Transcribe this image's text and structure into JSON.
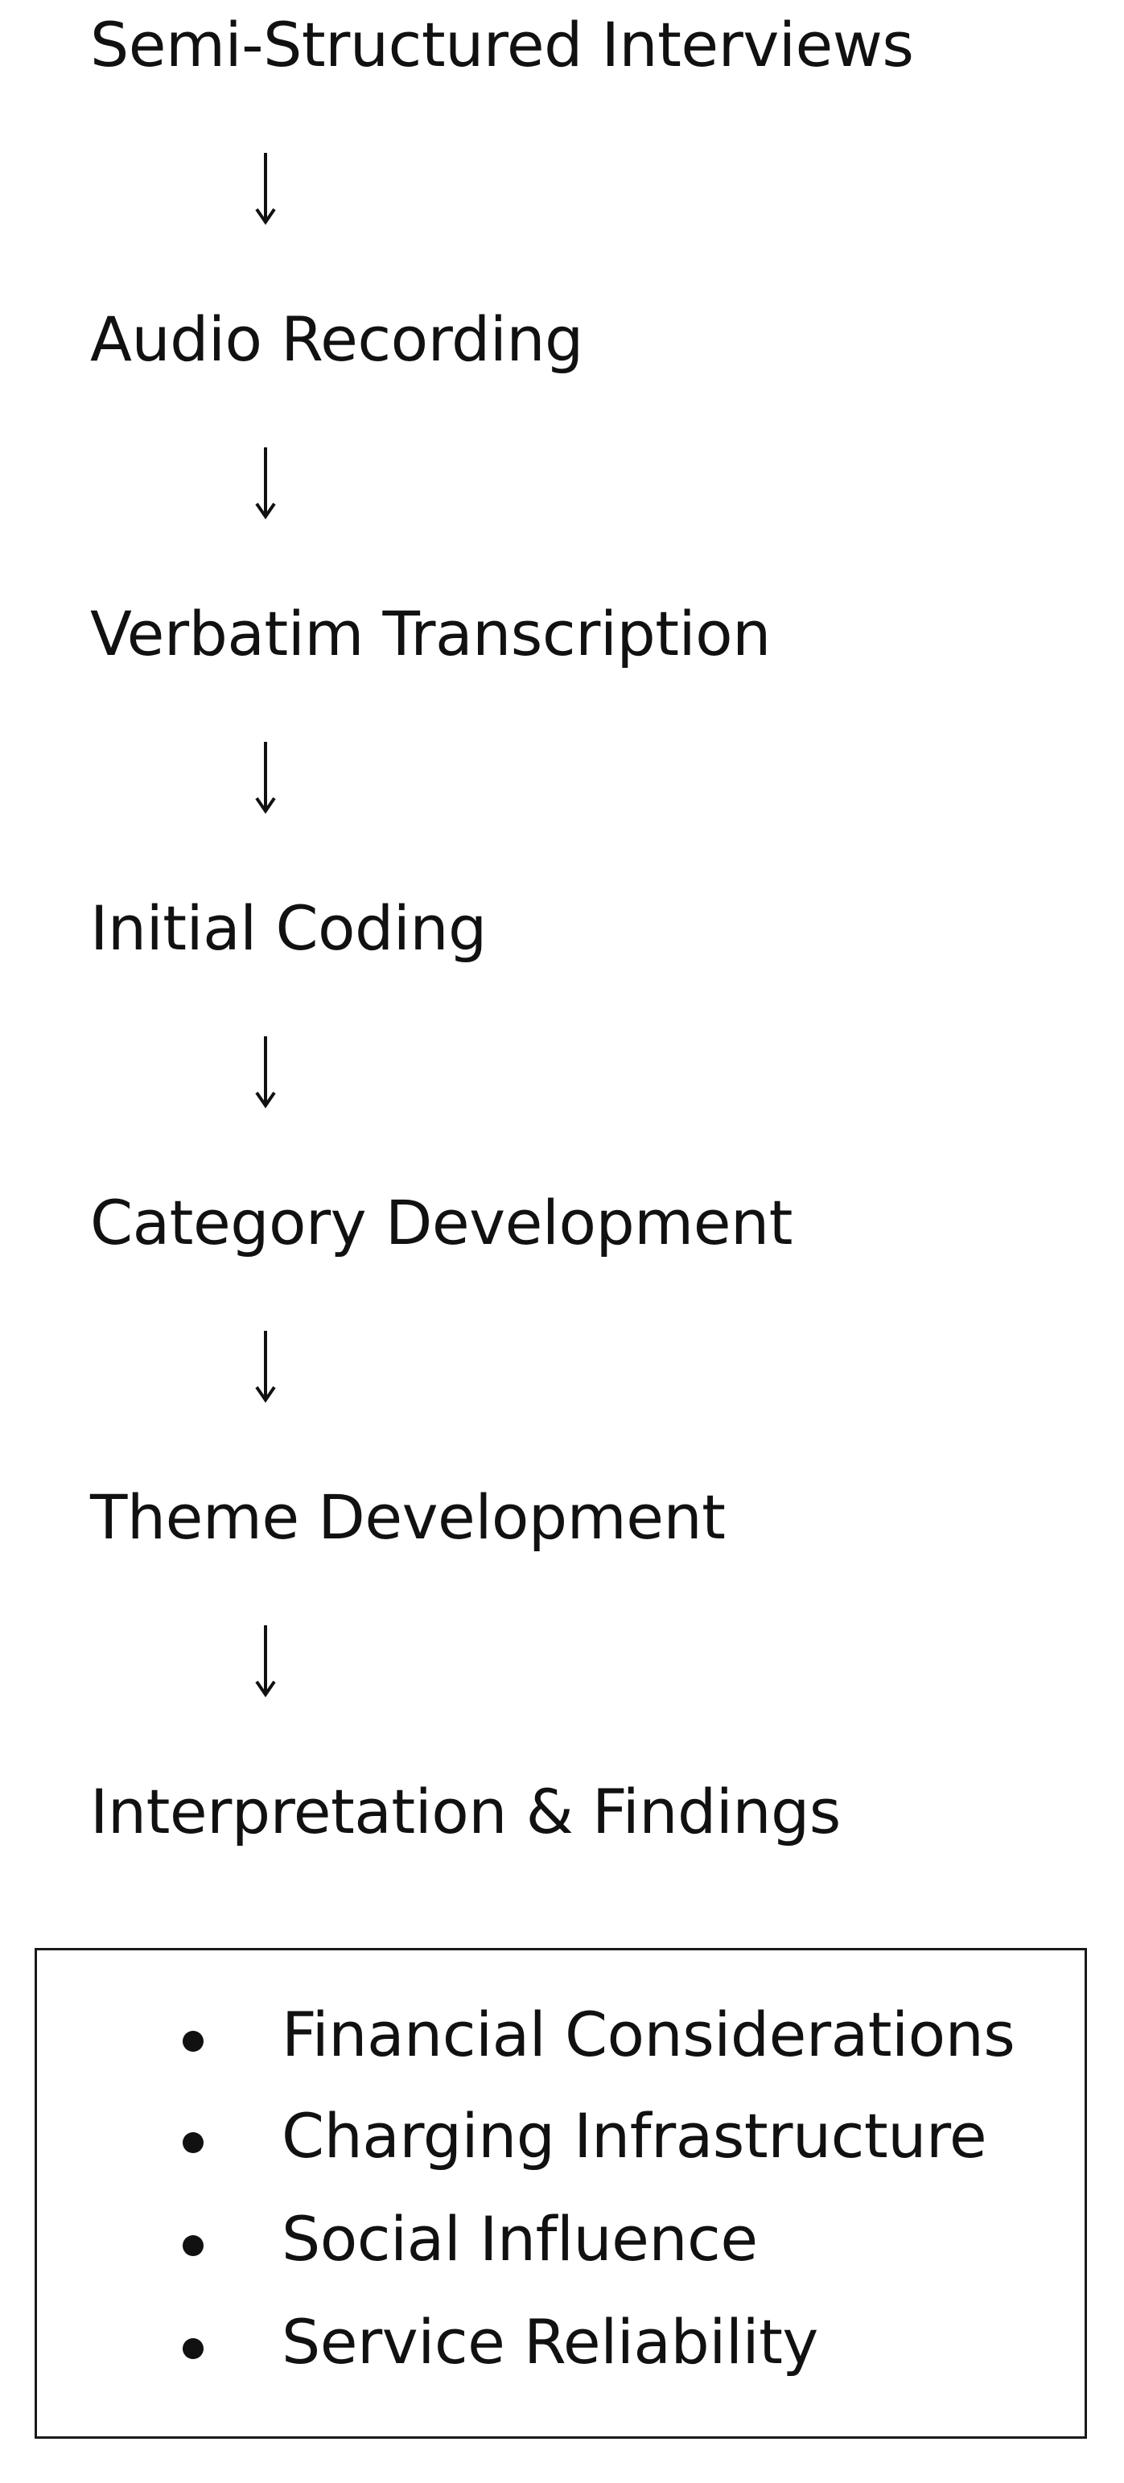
{
  "flow": {
    "steps": [
      "Semi-Structured Interviews",
      "Audio Recording",
      "Verbatim Transcription",
      "Initial Coding",
      "Category Development",
      "Theme Development",
      "Interpretation & Findings"
    ],
    "arrow_glyph": "down-arrow-icon"
  },
  "findings": {
    "items": [
      "Financial Considerations",
      "Charging Infrastructure",
      "Social Influence",
      "Service Reliability"
    ],
    "bullet_icon": "bullet-icon"
  }
}
